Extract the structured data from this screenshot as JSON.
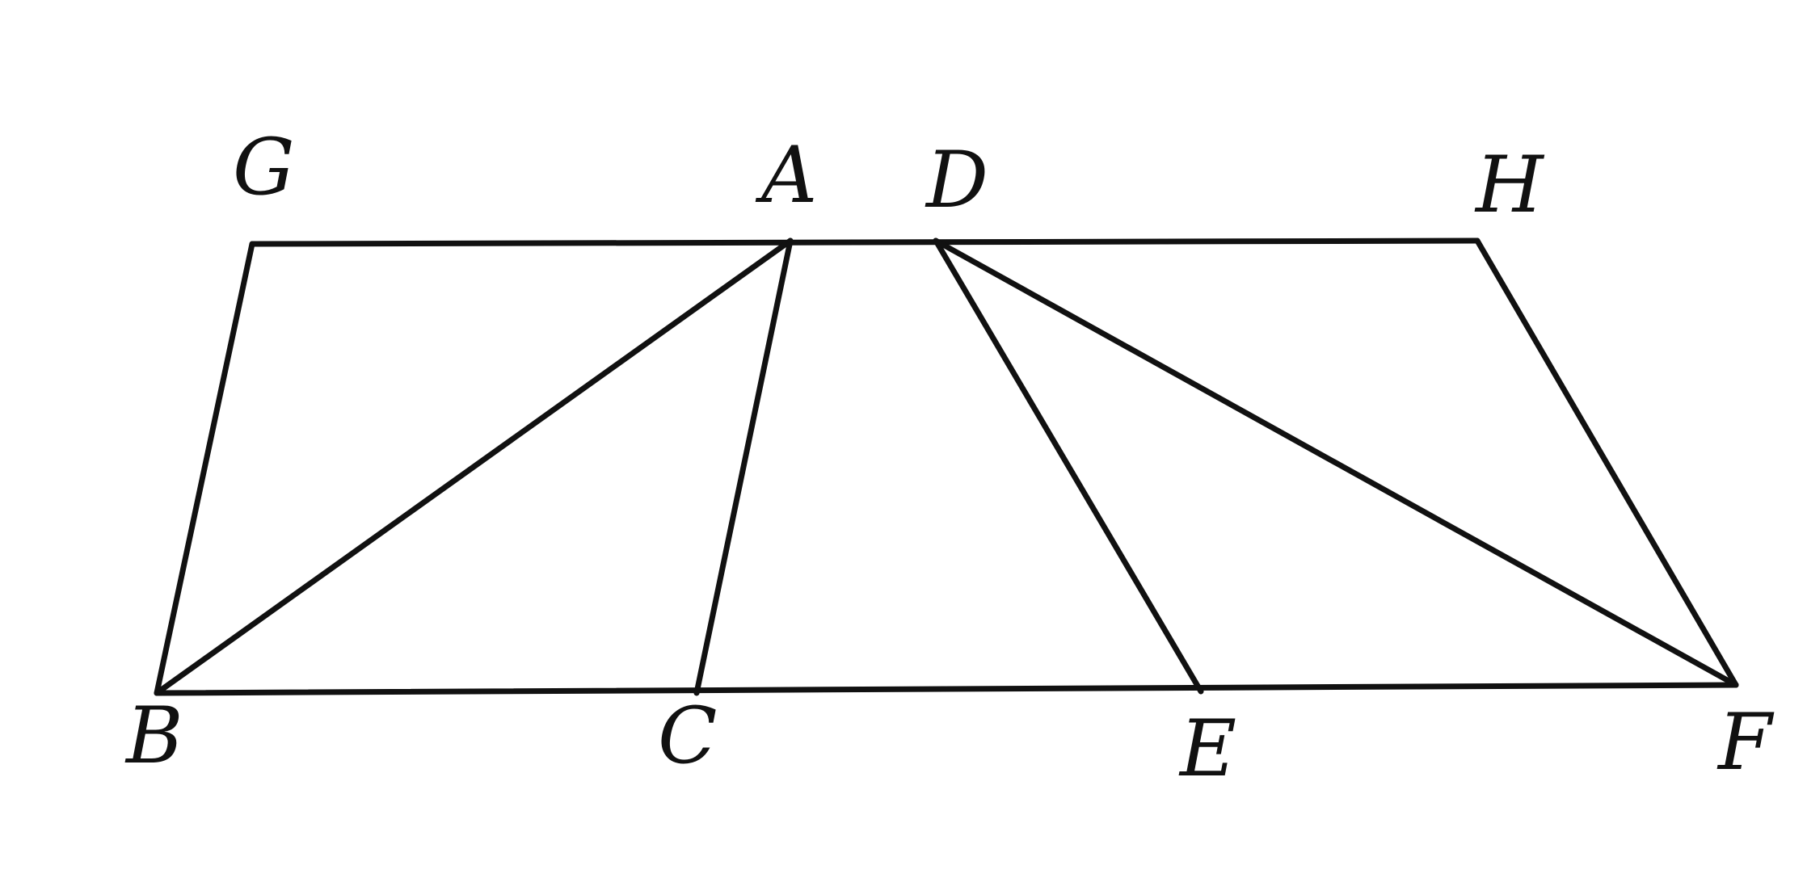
{
  "figure": {
    "points": [
      {
        "id": "G",
        "label": "G"
      },
      {
        "id": "A",
        "label": "A"
      },
      {
        "id": "D",
        "label": "D"
      },
      {
        "id": "H",
        "label": "H"
      },
      {
        "id": "B",
        "label": "B"
      },
      {
        "id": "C",
        "label": "C"
      },
      {
        "id": "E",
        "label": "E"
      },
      {
        "id": "F",
        "label": "F"
      }
    ],
    "segments": [
      [
        "G",
        "H"
      ],
      [
        "B",
        "F"
      ],
      [
        "G",
        "B"
      ],
      [
        "A",
        "B"
      ],
      [
        "A",
        "C"
      ],
      [
        "D",
        "E"
      ],
      [
        "D",
        "F"
      ],
      [
        "H",
        "F"
      ]
    ],
    "stroke_color": "#111111"
  }
}
